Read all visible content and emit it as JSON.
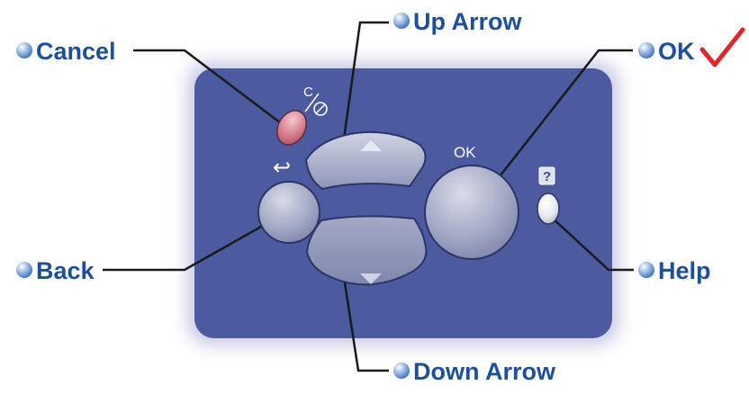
{
  "callouts": {
    "cancel": "Cancel",
    "up": "Up Arrow",
    "ok": "OK",
    "back": "Back",
    "help": "Help",
    "down": "Down Arrow"
  },
  "panel": {
    "cancel_mark_c": "C",
    "back_symbol": "↩",
    "ok_label": "OK",
    "help_label": "?"
  },
  "colors": {
    "panel": "#4c5aa0",
    "panel_glow": "#dfe1f0",
    "callout_text": "#1d4f9e",
    "bullet": "#5c8fcf",
    "checkmark": "#e0262b",
    "cancel_button": "#c96a7a",
    "help_button": "#e9ecf2"
  },
  "icons": {
    "callout_bullet": "blue-sphere-bullet-icon",
    "ok_mark": "checkmark-icon",
    "cancel_symbol": "stop-circle-icon",
    "back_symbol": "return-arrow-icon"
  }
}
